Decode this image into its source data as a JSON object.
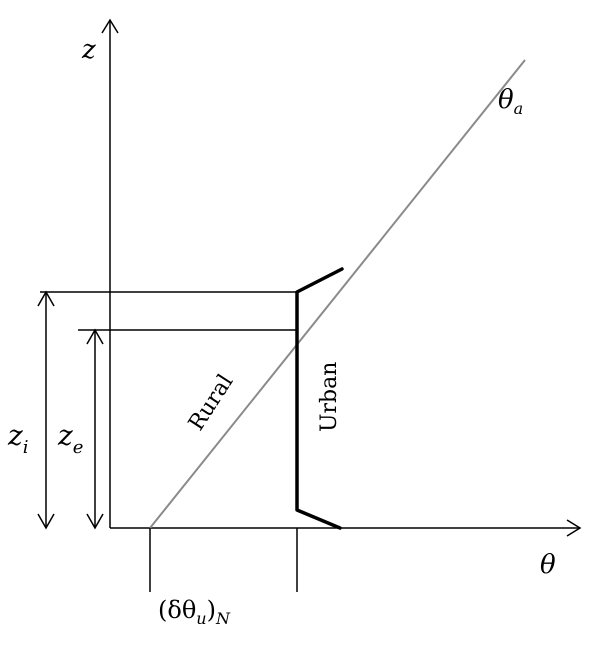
{
  "labels": {
    "z_axis": "z",
    "theta_axis": "θ",
    "theta_a_main": "θ",
    "theta_a_sub": "a",
    "z_i_main": "z",
    "z_i_sub": "i",
    "z_e_main": "z",
    "z_e_sub": "e",
    "rural": "Rural",
    "urban": "Urban",
    "delta_open": "(δθ",
    "delta_u_sub": "u",
    "delta_close": ")",
    "delta_N_sub": "N"
  },
  "colors": {
    "axis": "#000000",
    "rural_profile": "#8a8a8a",
    "urban_profile": "#000000"
  }
}
